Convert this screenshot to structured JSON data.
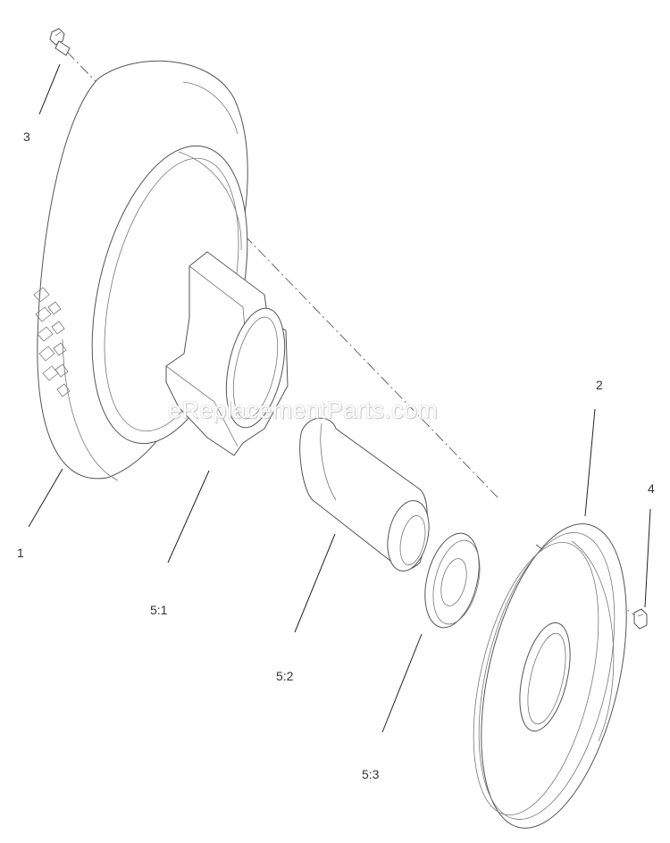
{
  "watermark": "eReplacementParts.com",
  "callouts": {
    "p1": "1",
    "p2": "2",
    "p3": "3",
    "p4": "4",
    "p5_1": "5:1",
    "p5_2": "5:2",
    "p5_3": "5:3"
  },
  "parts": [
    {
      "ref": "1",
      "icon": "tire-icon"
    },
    {
      "ref": "2",
      "icon": "wheel-half-icon"
    },
    {
      "ref": "3",
      "icon": "bolt-icon"
    },
    {
      "ref": "4",
      "icon": "nut-icon"
    },
    {
      "ref": "5:1",
      "icon": "hub-icon"
    },
    {
      "ref": "5:2",
      "icon": "bushing-icon"
    },
    {
      "ref": "5:3",
      "icon": "spacer-ring-icon"
    }
  ]
}
